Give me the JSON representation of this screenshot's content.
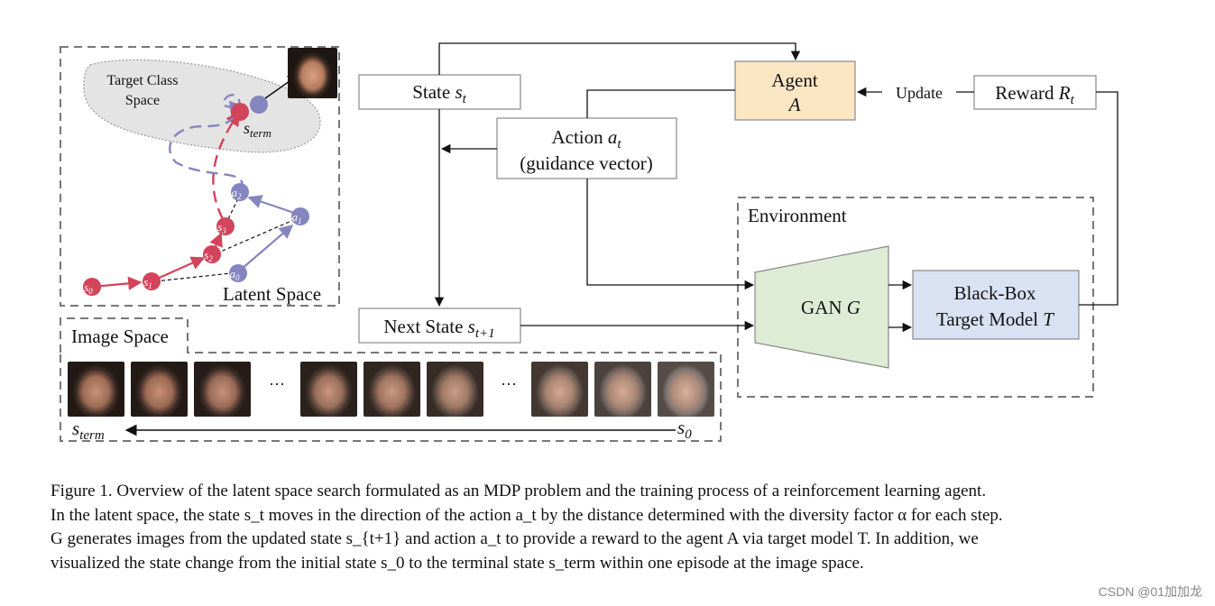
{
  "latent": {
    "target_class_line1": "Target Class",
    "target_class_line2": "Space",
    "latent_space_label": "Latent Space",
    "s_term": "s",
    "s_term_sub": "term",
    "nodes_red": [
      {
        "base": "s",
        "sub": "0"
      },
      {
        "base": "s",
        "sub": "1"
      },
      {
        "base": "s",
        "sub": "2"
      },
      {
        "base": "s",
        "sub": "3"
      }
    ],
    "nodes_blue": [
      {
        "base": "a",
        "sub": "0"
      },
      {
        "base": "a",
        "sub": "1"
      },
      {
        "base": "a",
        "sub": "2"
      }
    ]
  },
  "image_space": {
    "label": "Image Space",
    "ellipsis": "···",
    "s_term": "s",
    "s_term_sub": "term",
    "s0": "s",
    "s0_sub": "0"
  },
  "flow": {
    "state": "State ",
    "state_var": "s",
    "state_sub": "t",
    "agent_line1": "Agent",
    "agent_line2": "A",
    "update": "Update",
    "reward": "Reward ",
    "reward_var": "R",
    "reward_sub": "t",
    "action_line1": "Action ",
    "action_var": "a",
    "action_sub": "t",
    "action_line2": "(guidance vector)",
    "next_state": "Next State ",
    "next_state_var": "s",
    "next_state_sub": "t+1",
    "environment": "Environment",
    "gan": "GAN ",
    "gan_var": "G",
    "target_line1": "Black-Box",
    "target_line2": "Target Model ",
    "target_var": "T"
  },
  "caption": {
    "line1": "Figure 1. Overview of the latent space search formulated as an MDP problem and the training process of a reinforcement learning agent.",
    "line2": "In the latent space, the state s_t moves in the direction of the action a_t by the distance determined with the diversity factor α for each step.",
    "line3": "G generates images from the updated state s_{t+1} and action a_t to provide a reward to the agent A via target model T. In addition, we",
    "line4": "visualized the state change from the initial state s_0 to the terminal state s_term within one episode at the image space."
  },
  "watermark": "CSDN @01加加龙",
  "colors": {
    "red_node": "#d2445a",
    "blue_node": "#8585bf",
    "agent_fill": "#fbe6c4",
    "gan_fill": "#deecd6",
    "target_fill": "#d9e2f3",
    "target_class_fill": "#e4e4e4"
  }
}
